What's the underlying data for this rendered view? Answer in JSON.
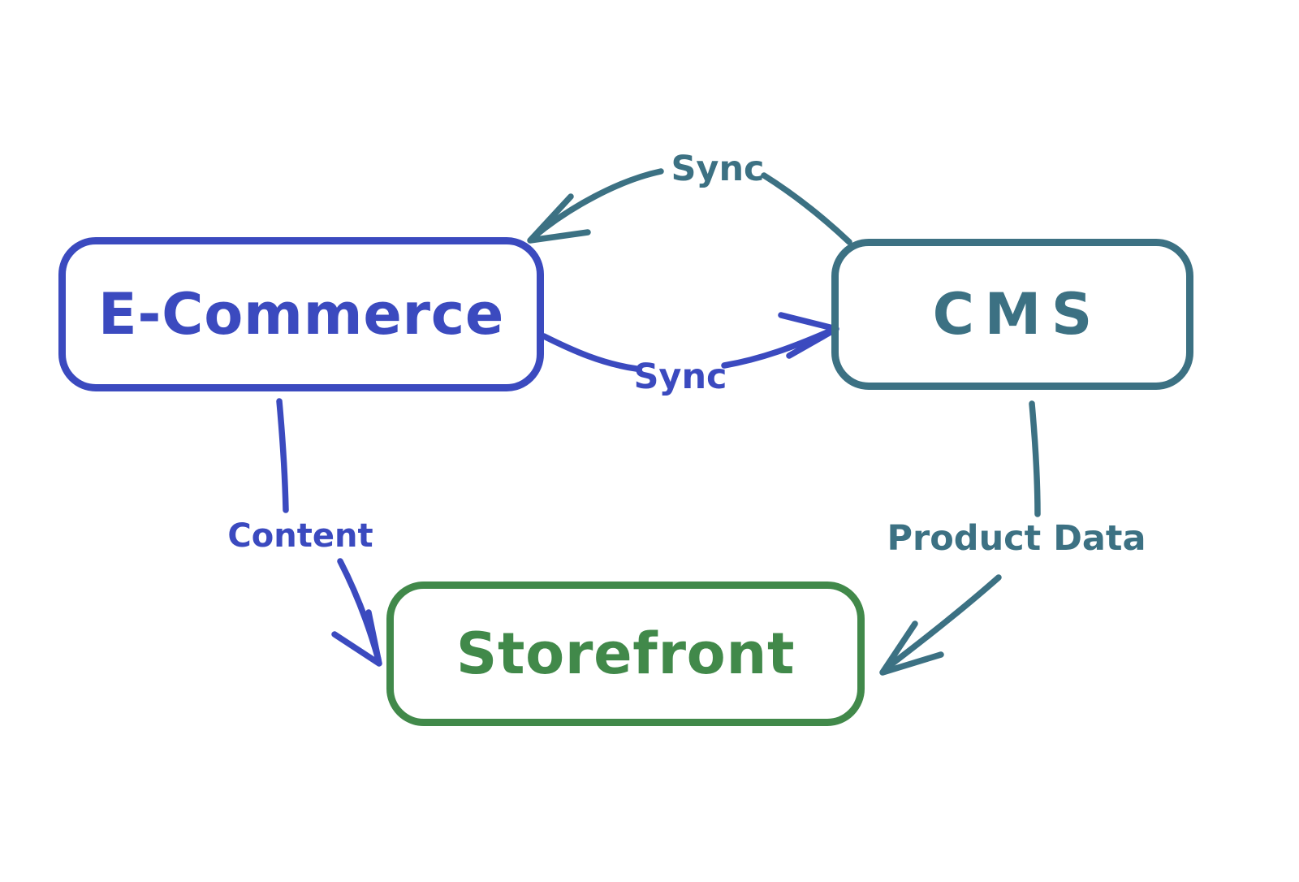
{
  "colors": {
    "background": "#ffffff",
    "blue": "#3b4abf",
    "teal": "#3c7183",
    "green": "#41894a"
  },
  "diagram": {
    "nodes": [
      {
        "id": "ecommerce",
        "label": "E-Commerce",
        "color": "#3b4abf"
      },
      {
        "id": "cms",
        "label": "CMS",
        "color": "#3c7183"
      },
      {
        "id": "storefront",
        "label": "Storefront",
        "color": "#41894a"
      }
    ],
    "edges": [
      {
        "id": "sync-cms-to-ecommerce",
        "label": "Sync",
        "from": "CMS",
        "to": "E-Commerce",
        "color": "#3c7183"
      },
      {
        "id": "sync-ecommerce-to-cms",
        "label": "Sync",
        "from": "E-Commerce",
        "to": "CMS",
        "color": "#3b4abf"
      },
      {
        "id": "content-ecommerce-to-storefront",
        "label": "Content",
        "from": "E-Commerce",
        "to": "Storefront",
        "color": "#3b4abf"
      },
      {
        "id": "product-data-cms-to-storefront",
        "label": "Product Data",
        "from": "CMS",
        "to": "Storefront",
        "color": "#3c7183"
      }
    ]
  }
}
